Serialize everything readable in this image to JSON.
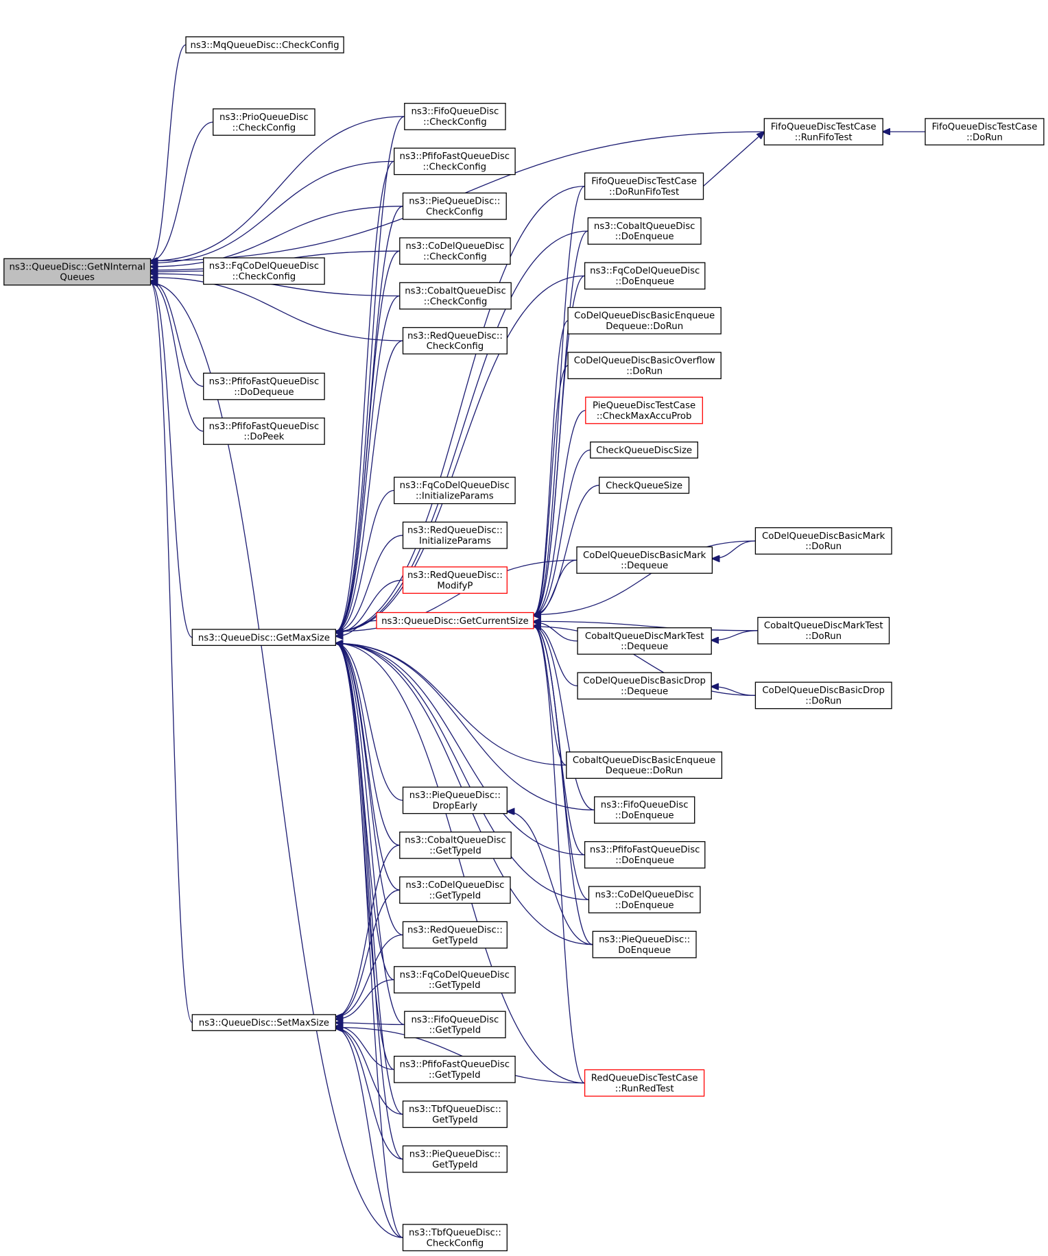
{
  "diagram": {
    "type": "call-graph",
    "edge_color": "#191970",
    "focus_fill": "#bfbfbf",
    "truncated_border_color": "#ff0000",
    "nodes": [
      {
        "id": "getninternal",
        "lines": [
          "ns3::QueueDisc::GetNInternal",
          "Queues"
        ],
        "style": "focus"
      },
      {
        "id": "mq_check",
        "lines": [
          "ns3::MqQueueDisc::CheckConfig"
        ]
      },
      {
        "id": "prio_check",
        "lines": [
          "ns3::PrioQueueDisc",
          "::CheckConfig"
        ]
      },
      {
        "id": "fqcodel_check",
        "lines": [
          "ns3::FqCoDelQueueDisc",
          "::CheckConfig"
        ]
      },
      {
        "id": "pfifo_dodeq",
        "lines": [
          "ns3::PfifoFastQueueDisc",
          "::DoDequeue"
        ]
      },
      {
        "id": "pfifo_dopeek",
        "lines": [
          "ns3::PfifoFastQueueDisc",
          "::DoPeek"
        ]
      },
      {
        "id": "getmaxsize",
        "lines": [
          "ns3::QueueDisc::GetMaxSize"
        ]
      },
      {
        "id": "setmaxsize",
        "lines": [
          "ns3::QueueDisc::SetMaxSize"
        ]
      },
      {
        "id": "fifo_check",
        "lines": [
          "ns3::FifoQueueDisc",
          "::CheckConfig"
        ]
      },
      {
        "id": "pfifo_check",
        "lines": [
          "ns3::PfifoFastQueueDisc",
          "::CheckConfig"
        ]
      },
      {
        "id": "pie_check",
        "lines": [
          "ns3::PieQueueDisc::",
          "CheckConfig"
        ]
      },
      {
        "id": "codel_check",
        "lines": [
          "ns3::CoDelQueueDisc",
          "::CheckConfig"
        ]
      },
      {
        "id": "cobalt_check",
        "lines": [
          "ns3::CobaltQueueDisc",
          "::CheckConfig"
        ]
      },
      {
        "id": "red_check",
        "lines": [
          "ns3::RedQueueDisc::",
          "CheckConfig"
        ]
      },
      {
        "id": "fqcodel_init",
        "lines": [
          "ns3::FqCoDelQueueDisc",
          "::InitializeParams"
        ]
      },
      {
        "id": "red_init",
        "lines": [
          "ns3::RedQueueDisc::",
          "InitializeParams"
        ]
      },
      {
        "id": "red_modifyp",
        "lines": [
          "ns3::RedQueueDisc::",
          "ModifyP"
        ],
        "style": "red"
      },
      {
        "id": "getcurrentsize",
        "lines": [
          "ns3::QueueDisc::GetCurrentSize"
        ],
        "style": "red"
      },
      {
        "id": "pie_dropearly",
        "lines": [
          "ns3::PieQueueDisc::",
          "DropEarly"
        ]
      },
      {
        "id": "cobalt_typeid",
        "lines": [
          "ns3::CobaltQueueDisc",
          "::GetTypeId"
        ]
      },
      {
        "id": "codel_typeid",
        "lines": [
          "ns3::CoDelQueueDisc",
          "::GetTypeId"
        ]
      },
      {
        "id": "red_typeid",
        "lines": [
          "ns3::RedQueueDisc::",
          "GetTypeId"
        ]
      },
      {
        "id": "fqcodel_typeid",
        "lines": [
          "ns3::FqCoDelQueueDisc",
          "::GetTypeId"
        ]
      },
      {
        "id": "fifo_typeid",
        "lines": [
          "ns3::FifoQueueDisc",
          "::GetTypeId"
        ]
      },
      {
        "id": "pfifo_typeid",
        "lines": [
          "ns3::PfifoFastQueueDisc",
          "::GetTypeId"
        ]
      },
      {
        "id": "tbf_typeid",
        "lines": [
          "ns3::TbfQueueDisc::",
          "GetTypeId"
        ]
      },
      {
        "id": "pie_typeid",
        "lines": [
          "ns3::PieQueueDisc::",
          "GetTypeId"
        ]
      },
      {
        "id": "tbf_check",
        "lines": [
          "ns3::TbfQueueDisc::",
          "CheckConfig"
        ]
      },
      {
        "id": "fifotest_dorunfifo",
        "lines": [
          "FifoQueueDiscTestCase",
          "::DoRunFifoTest"
        ]
      },
      {
        "id": "cobalt_doenq",
        "lines": [
          "ns3::CobaltQueueDisc",
          "::DoEnqueue"
        ]
      },
      {
        "id": "fqcodel_doenq",
        "lines": [
          "ns3::FqCoDelQueueDisc",
          "::DoEnqueue"
        ]
      },
      {
        "id": "codel_basicenq",
        "lines": [
          "CoDelQueueDiscBasicEnqueue",
          "Dequeue::DoRun"
        ]
      },
      {
        "id": "codel_basicovf",
        "lines": [
          "CoDelQueueDiscBasicOverflow",
          "::DoRun"
        ]
      },
      {
        "id": "pie_checkmax",
        "lines": [
          "PieQueueDiscTestCase",
          "::CheckMaxAccuProb"
        ],
        "style": "red"
      },
      {
        "id": "checkqdsize",
        "lines": [
          "CheckQueueDiscSize"
        ]
      },
      {
        "id": "checkqsize",
        "lines": [
          "CheckQueueSize"
        ]
      },
      {
        "id": "codel_markdeq",
        "lines": [
          "CoDelQueueDiscBasicMark",
          "::Dequeue"
        ]
      },
      {
        "id": "cobalt_markdeq",
        "lines": [
          "CobaltQueueDiscMarkTest",
          "::Dequeue"
        ]
      },
      {
        "id": "codel_dropdeq",
        "lines": [
          "CoDelQueueDiscBasicDrop",
          "::Dequeue"
        ]
      },
      {
        "id": "cobalt_basicenq",
        "lines": [
          "CobaltQueueDiscBasicEnqueue",
          "Dequeue::DoRun"
        ]
      },
      {
        "id": "fifo_doenq",
        "lines": [
          "ns3::FifoQueueDisc",
          "::DoEnqueue"
        ]
      },
      {
        "id": "pfifo_doenq",
        "lines": [
          "ns3::PfifoFastQueueDisc",
          "::DoEnqueue"
        ]
      },
      {
        "id": "codel_doenq",
        "lines": [
          "ns3::CoDelQueueDisc",
          "::DoEnqueue"
        ]
      },
      {
        "id": "pie_doenq",
        "lines": [
          "ns3::PieQueueDisc::",
          "DoEnqueue"
        ]
      },
      {
        "id": "redtest_run",
        "lines": [
          "RedQueueDiscTestCase",
          "::RunRedTest"
        ],
        "style": "red"
      },
      {
        "id": "fifotest_runfifo",
        "lines": [
          "FifoQueueDiscTestCase",
          "::RunFifoTest"
        ]
      },
      {
        "id": "fifotest_dorun",
        "lines": [
          "FifoQueueDiscTestCase",
          "::DoRun"
        ]
      },
      {
        "id": "codel_markrun",
        "lines": [
          "CoDelQueueDiscBasicMark",
          "::DoRun"
        ]
      },
      {
        "id": "cobalt_markrun",
        "lines": [
          "CobaltQueueDiscMarkTest",
          "::DoRun"
        ]
      },
      {
        "id": "codel_droprun",
        "lines": [
          "CoDelQueueDiscBasicDrop",
          "::DoRun"
        ]
      }
    ]
  }
}
